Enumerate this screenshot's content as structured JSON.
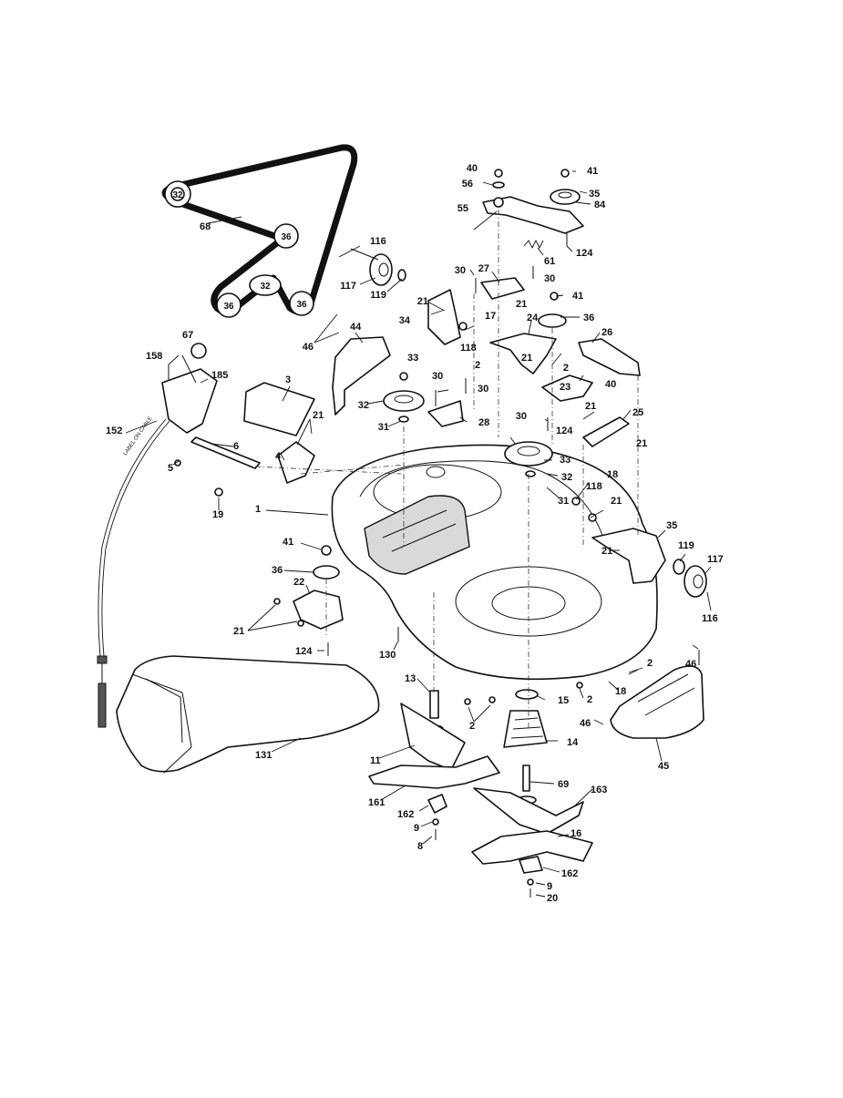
{
  "figure": {
    "callouts": {
      "c40": "40",
      "c56": "56",
      "c55": "55",
      "c41a": "41",
      "c35a": "35",
      "c84": "84",
      "c124a": "124",
      "c61": "61",
      "c30a": "30",
      "c27": "27",
      "c30b": "30",
      "c41b": "41",
      "c116a": "116",
      "c117a": "117",
      "c119a": "119",
      "c21a": "21",
      "c34": "34",
      "c17": "17",
      "c21b": "21",
      "c36a": "36",
      "c118a": "118",
      "c46a": "46",
      "c44": "44",
      "c24": "24",
      "c26": "26",
      "c67": "67",
      "c158": "158",
      "c185": "185",
      "c33a": "33",
      "c2a": "2",
      "c40b": "40",
      "c21c": "21",
      "c3": "3",
      "c30c": "30",
      "c30d": "30",
      "c32a": "32",
      "c23": "23",
      "c21d": "21",
      "c25": "25",
      "c152": "152",
      "c21e": "21",
      "c31a": "31",
      "c28": "28",
      "c30e": "30",
      "c124b": "124",
      "c21f": "21",
      "c6": "6",
      "c5": "5",
      "c4": "4",
      "c33b": "33",
      "c18a": "18",
      "c32b": "32",
      "c118b": "118",
      "c21g": "21",
      "c31b": "31",
      "c19": "19",
      "c1": "1",
      "c35b": "35",
      "c41c": "41",
      "c119b": "119",
      "c117b": "117",
      "c21h": "21",
      "c36b": "36",
      "c22": "22",
      "c116b": "116",
      "c21i": "21",
      "c124c": "124",
      "c130": "130",
      "c46b": "46",
      "c2b": "2",
      "c13": "13",
      "c15": "15",
      "c18b": "18",
      "c2c": "2",
      "c2d": "2",
      "c46c": "46",
      "c45": "45",
      "c14": "14",
      "c131": "131",
      "c11": "11",
      "c69": "69",
      "c161": "161",
      "c163": "163",
      "c162a": "162",
      "c9a": "9",
      "c8": "8",
      "c16": "16",
      "c162b": "162",
      "c9b": "9",
      "c20": "20",
      "c68": "68"
    },
    "belt_pulleys": {
      "p1": "32",
      "p2": "36",
      "p3": "32",
      "p4": "36",
      "p5": "36"
    },
    "cable_marking": "LABEL ON CABLE"
  }
}
